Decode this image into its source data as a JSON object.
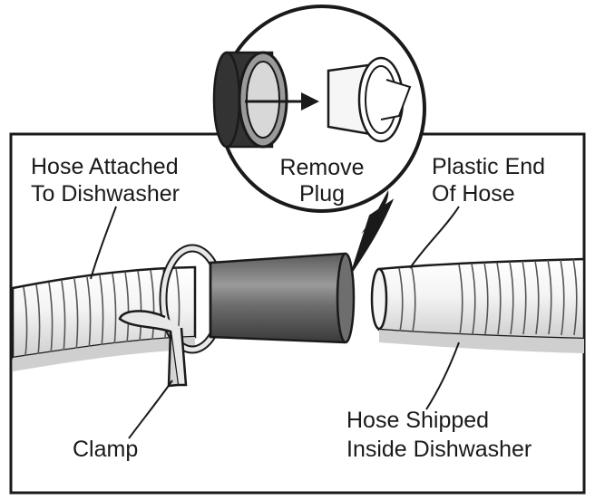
{
  "labels": {
    "hose_attached_line1": "Hose Attached",
    "hose_attached_line2": "To Dishwasher",
    "remove_plug_line1": "Remove",
    "remove_plug_line2": "Plug",
    "plastic_end_line1": "Plastic End",
    "plastic_end_line2": "Of Hose",
    "clamp": "Clamp",
    "hose_shipped_line1": "Hose Shipped",
    "hose_shipped_line2": "Inside Dishwasher"
  },
  "colors": {
    "outline": "#1a1a1a",
    "hose_fill": "#f2f2f2",
    "hose_shade": "#c9c9c9",
    "plug_dark": "#4a4a4a",
    "plug_mid": "#8a8a8a"
  }
}
